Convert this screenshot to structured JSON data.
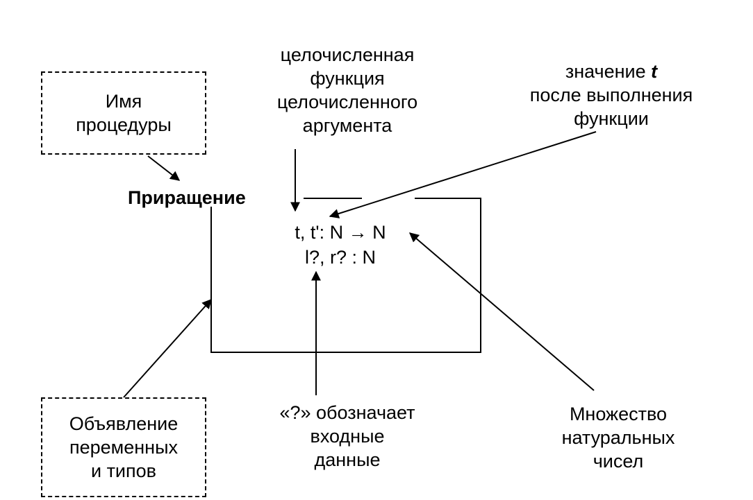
{
  "proc_name_box": "Имя\nпроцедуры",
  "schema_name": "Приращение",
  "integer_function_note": "целочисленная\nфункция\nцелочисленного\nаргумента",
  "t_after_note_prefix": "значение ",
  "t_after_note_var": "t",
  "t_after_note_rest": "после выполнения\nфункции",
  "schema_line1": "t, t': N → N",
  "schema_line2": "l?, r? : N",
  "decl_box": "Объявление\nпеременных\nи типов",
  "input_note": "«?» обозначает\nвходные\nданные",
  "naturals_note": "Множество\nнатуральных\nчисел"
}
